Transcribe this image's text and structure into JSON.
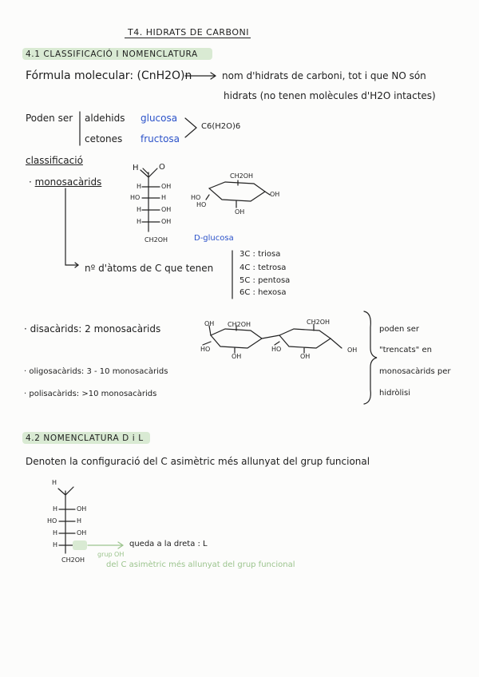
{
  "title": "T4. HIDRATS DE CARBONI",
  "section1": {
    "heading": "4.1 CLASSIFICACIÓ I NOMENCLATURA",
    "formula_label": "Fórmula molecular: (CnH2O)n",
    "formula_desc_1": "nom d'hidrats de carboni, tot i que NO són",
    "formula_desc_2": "hidrats (no tenen molècules d'H2O intactes)",
    "poden_ser": "Poden ser",
    "aldehids": "aldehids",
    "cetones": "cetones",
    "glucosa": "glucosa",
    "fructosa": "fructosa",
    "formula_c6": "C6(H2O)6",
    "classificacio": "classificació",
    "monosacarids": "monosacàrids",
    "dglucosa": "D-glucosa",
    "num_atoms": "nº d'àtoms de C que tenen",
    "types": [
      "3C : triosa",
      "4C : tetrosa",
      "5C : pentosa",
      "6C : hexosa"
    ],
    "disacarids_label": "disacàrids: 2 monosacàrids",
    "oligosacarids_label": "oligosacàrids: 3 - 10 monosacàrids",
    "polisacarids_label": "polisacàrids: >10 monosacàrids",
    "hydrolysis_note": [
      "poden ser",
      "\"trencats\" en",
      "monosacàrids per",
      "hidròlisi"
    ]
  },
  "fischer1": {
    "aldehyde_h": "H",
    "aldehyde_o": "O",
    "rows": [
      {
        "left": "H",
        "right": "OH"
      },
      {
        "left": "HO",
        "right": "H"
      },
      {
        "left": "H",
        "right": "OH"
      },
      {
        "left": "H",
        "right": "OH"
      }
    ],
    "bottom": "CH2OH"
  },
  "ring1": {
    "ch2oh": "CH2OH",
    "ho": "HO",
    "ho2": "HO",
    "oh_right": "OH",
    "oh_bottom": "OH"
  },
  "disaccharide": {
    "oh1": "OH",
    "ch2oh1": "CH2OH",
    "ch2oh2": "CH2OH",
    "ho1": "HO",
    "oh2": "OH",
    "ho2": "HO",
    "oh3": "OH",
    "oh4": "OH"
  },
  "section2": {
    "heading": "4.2 NOMENCLATURA D i L",
    "sentence": "Denoten la configuració del C asimètric més allunyat del grup funcional",
    "arrow_note": "queda a la dreta : L",
    "green_label": "grup OH",
    "green_note": "del C asimètric més allunyat del grup funcional"
  },
  "fischer2": {
    "aldehyde_h": "H",
    "rows": [
      {
        "left": "H",
        "right": "OH"
      },
      {
        "left": "HO",
        "right": "H"
      },
      {
        "left": "H",
        "right": "OH"
      },
      {
        "left": "H",
        "right": "OH"
      }
    ],
    "bottom": "CH2OH"
  }
}
